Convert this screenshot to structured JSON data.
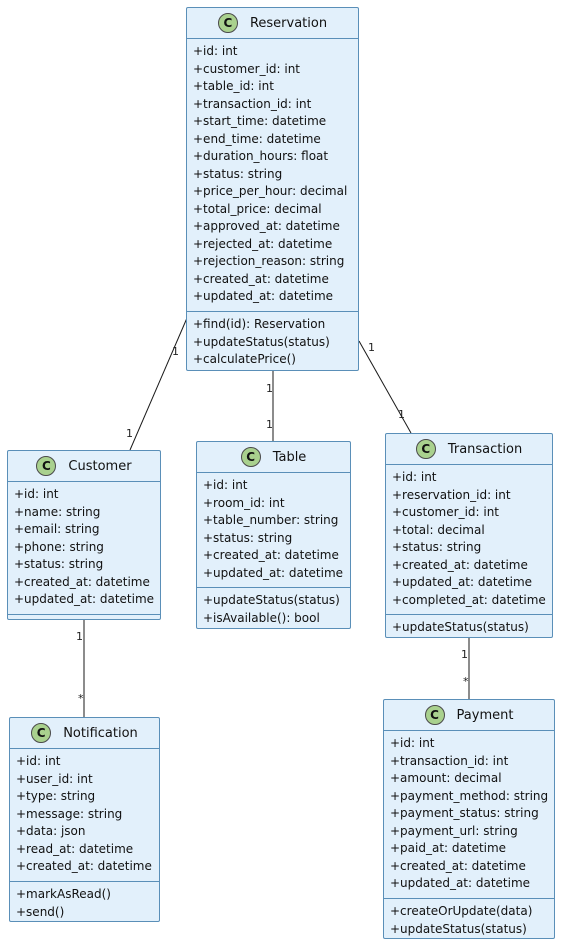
{
  "classes": {
    "reservation": {
      "name": "Reservation",
      "badge": "C",
      "attributes": [
        "+id: int",
        "+customer_id: int",
        "+table_id: int",
        "+transaction_id: int",
        "+start_time: datetime",
        "+end_time: datetime",
        "+duration_hours: float",
        "+status: string",
        "+price_per_hour: decimal",
        "+total_price: decimal",
        "+approved_at: datetime",
        "+rejected_at: datetime",
        "+rejection_reason: string",
        "+created_at: datetime",
        "+updated_at: datetime"
      ],
      "methods": [
        "+find(id): Reservation",
        "+updateStatus(status)",
        "+calculatePrice()"
      ]
    },
    "customer": {
      "name": "Customer",
      "badge": "C",
      "attributes": [
        "+id: int",
        "+name: string",
        "+email: string",
        "+phone: string",
        "+status: string",
        "+created_at: datetime",
        "+updated_at: datetime"
      ],
      "methods": []
    },
    "table": {
      "name": "Table",
      "badge": "C",
      "attributes": [
        "+id: int",
        "+room_id: int",
        "+table_number: string",
        "+status: string",
        "+created_at: datetime",
        "+updated_at: datetime"
      ],
      "methods": [
        "+updateStatus(status)",
        "+isAvailable(): bool"
      ]
    },
    "transaction": {
      "name": "Transaction",
      "badge": "C",
      "attributes": [
        "+id: int",
        "+reservation_id: int",
        "+customer_id: int",
        "+total: decimal",
        "+status: string",
        "+created_at: datetime",
        "+updated_at: datetime",
        "+completed_at: datetime"
      ],
      "methods": [
        "+updateStatus(status)"
      ]
    },
    "notification": {
      "name": "Notification",
      "badge": "C",
      "attributes": [
        "+id: int",
        "+user_id: int",
        "+type: string",
        "+message: string",
        "+data: json",
        "+read_at: datetime",
        "+created_at: datetime"
      ],
      "methods": [
        "+markAsRead()",
        "+send()"
      ]
    },
    "payment": {
      "name": "Payment",
      "badge": "C",
      "attributes": [
        "+id: int",
        "+transaction_id: int",
        "+amount: decimal",
        "+payment_method: string",
        "+payment_status: string",
        "+payment_url: string",
        "+paid_at: datetime",
        "+created_at: datetime",
        "+updated_at: datetime"
      ],
      "methods": [
        "+createOrUpdate(data)",
        "+updateStatus(status)"
      ]
    }
  },
  "associations": [
    {
      "from": "reservation",
      "to": "customer",
      "from_mult": "1",
      "to_mult": "1"
    },
    {
      "from": "reservation",
      "to": "table",
      "from_mult": "1",
      "to_mult": "1"
    },
    {
      "from": "reservation",
      "to": "transaction",
      "from_mult": "1",
      "to_mult": "1"
    },
    {
      "from": "customer",
      "to": "notification",
      "from_mult": "1",
      "to_mult": "*"
    },
    {
      "from": "transaction",
      "to": "payment",
      "from_mult": "1",
      "to_mult": "*"
    }
  ],
  "colors": {
    "class_fill": "#e2f0fb",
    "class_border": "#5a8fb8",
    "badge_fill": "#a9d18e"
  }
}
